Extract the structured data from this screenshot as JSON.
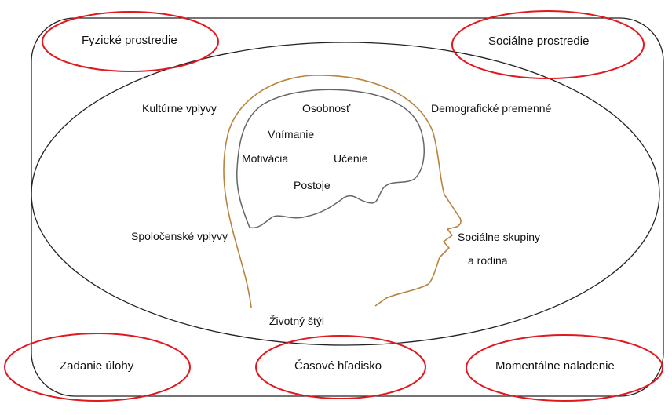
{
  "corners": {
    "top_left": "Fyzické prostredie",
    "top_right": "Sociálne prostredie",
    "bottom_left": "Zadanie úlohy",
    "bottom_center": "Časové hľadisko",
    "bottom_right": "Momentálne naladenie"
  },
  "outer_ring": {
    "kulturne": "Kultúrne vplyvy",
    "demograficke": "Demografické premenné",
    "spolocenske": "Spoločenské vplyvy",
    "socialne_skupiny_1": "Sociálne skupiny",
    "socialne_skupiny_2": "a rodina",
    "zivotny_styl": "Životný štýl"
  },
  "brain": {
    "osobnost": "Osobnosť",
    "vnimanie": "Vnímanie",
    "motivacia": "Motivácia",
    "ucenie": "Učenie",
    "postoje": "Postoje"
  },
  "colors": {
    "highlight_ellipse": "#e0191f",
    "head_outline": "#b8843e",
    "brain_outline": "#666666",
    "frame": "#222222"
  }
}
